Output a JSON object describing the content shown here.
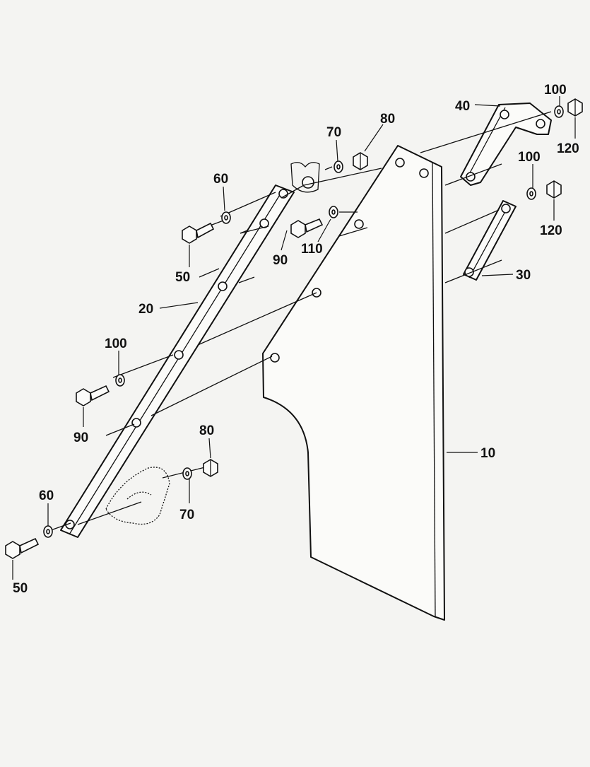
{
  "diagram": {
    "callouts": {
      "c10": "10",
      "c20": "20",
      "c30": "30",
      "c40": "40",
      "c50_top": "50",
      "c50_bottom": "50",
      "c60_top": "60",
      "c60_bottom": "60",
      "c70_top": "70",
      "c70_bottom": "70",
      "c80_top": "80",
      "c80_bottom": "80",
      "c90_top": "90",
      "c90_left": "90",
      "c100_top": "100",
      "c100_mid": "100",
      "c100_left": "100",
      "c110": "110",
      "c120_top": "120",
      "c120_mid": "120"
    }
  }
}
